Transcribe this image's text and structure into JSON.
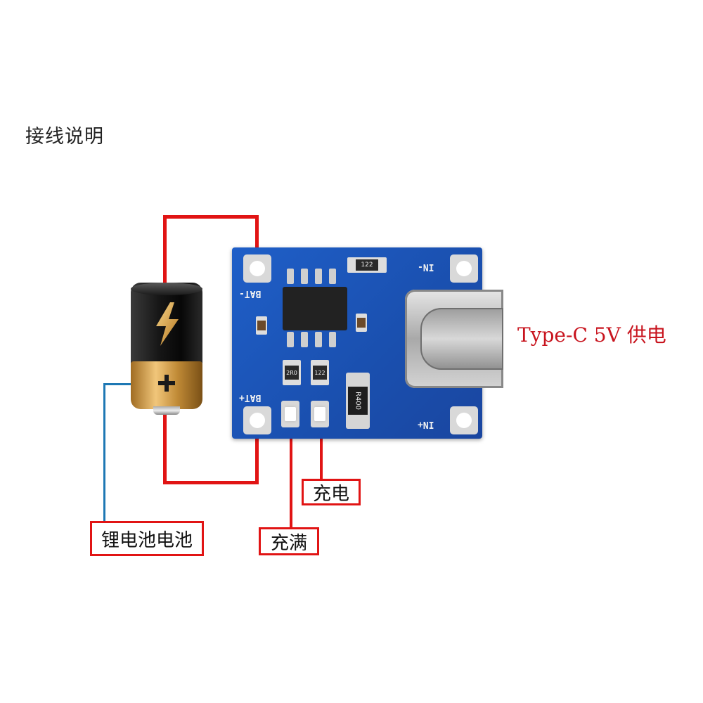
{
  "title": "接线说明",
  "labels": {
    "battery": "锂电池电池",
    "charging": "充电",
    "full": "充满",
    "supply": "Type-C 5V 供电"
  },
  "silkscreen": {
    "bat_minus": "BAT-",
    "bat_plus": "BAT+",
    "in_minus": "IN-",
    "in_plus": "IN+",
    "r_top": "122",
    "r1": "2R0",
    "r2": "122",
    "r_big": "R400"
  },
  "colors": {
    "wire_red": "#e11414",
    "wire_blue": "#1e78b4",
    "pcb": "#1a4fae",
    "supply_text": "#c8141e"
  }
}
